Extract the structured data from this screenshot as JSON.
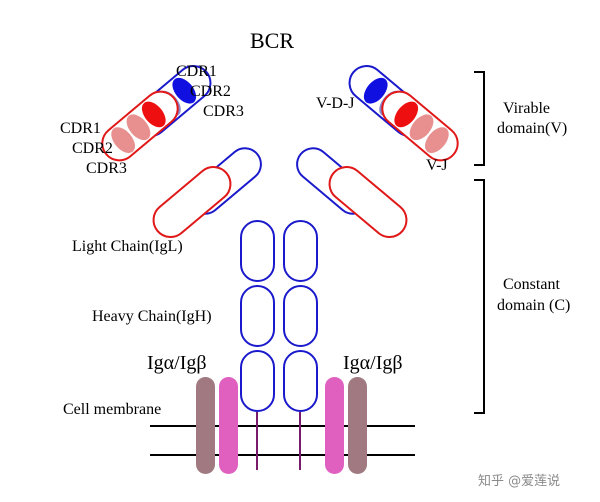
{
  "title": "BCR",
  "labels": {
    "cdr1_heavy": "CDR1",
    "cdr2_heavy": "CDR2",
    "cdr3_heavy": "CDR3",
    "cdr1_light": "CDR1",
    "cdr2_light": "CDR2",
    "cdr3_light": "CDR3",
    "vdj": "V-D-J",
    "vj": "V-J",
    "light_chain": "Light Chain(IgL)",
    "heavy_chain": "Heavy Chain(IgH)",
    "ig_left": "Igα/Igβ",
    "ig_right": "Igα/Igβ",
    "cell_membrane": "Cell membrane"
  },
  "domains": {
    "variable_line1": "Virable",
    "variable_line2": "domain(V)",
    "constant_line1": "Constant",
    "constant_line2": "domain (C)"
  },
  "watermark": "知乎 @爱莲说",
  "colors": {
    "heavy": "#1a1acc",
    "light": "#e01818",
    "heavy_cdr_light": "#8888cc",
    "heavy_cdr_dark": "#1010e0",
    "light_cdr_light": "#e89090",
    "light_cdr_dark": "#ee1010",
    "ig_alpha": "#a07a80",
    "ig_beta": "#e060c0",
    "tail": "#7a1a6a"
  }
}
